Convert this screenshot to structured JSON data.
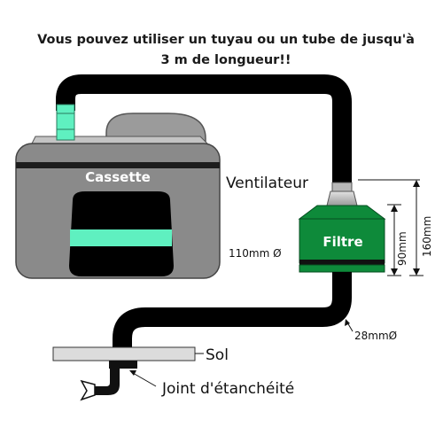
{
  "headline": {
    "line1": "Vous pouvez utiliser un tuyau ou un tube de jusqu'à",
    "line2": "3 m de longueur!!"
  },
  "labels": {
    "cassette": "Cassette",
    "ventilateur": "Ventilateur",
    "filtre": "Filtre",
    "diameter_110": "110mm Ø",
    "diameter_28": "28mmØ",
    "height_90": "90mm",
    "height_160": "160mm",
    "sol": "Sol",
    "joint": "Joint d'étanchéité"
  },
  "colors": {
    "pipe": "#000000",
    "cassette_body": "#8c8c8c",
    "cassette_top": "#a6a6a6",
    "filter_green": "#0e8a3a",
    "accent_mint": "#5ff0c0",
    "fan_gray": "#bdbdbd",
    "floor": "#dcdcdc"
  }
}
